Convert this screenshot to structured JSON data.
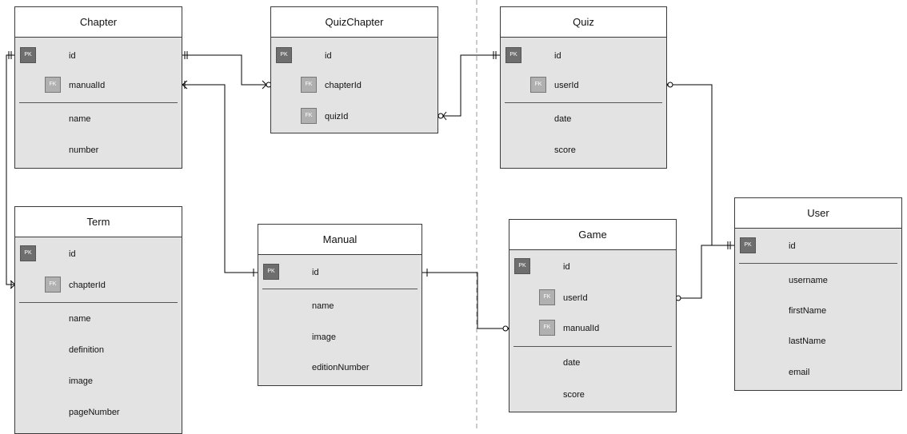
{
  "entities": {
    "chapter": {
      "title": "Chapter",
      "fields": [
        {
          "key": "PK",
          "name": "id"
        },
        {
          "key": "FK",
          "name": "manualId"
        },
        {
          "key": "",
          "name": "name"
        },
        {
          "key": "",
          "name": "number"
        }
      ]
    },
    "quizchapter": {
      "title": "QuizChapter",
      "fields": [
        {
          "key": "PK",
          "name": "id"
        },
        {
          "key": "FK",
          "name": "chapterId"
        },
        {
          "key": "FK",
          "name": "quizId"
        }
      ]
    },
    "quiz": {
      "title": "Quiz",
      "fields": [
        {
          "key": "PK",
          "name": "id"
        },
        {
          "key": "FK",
          "name": "userId"
        },
        {
          "key": "",
          "name": "date"
        },
        {
          "key": "",
          "name": "score"
        }
      ]
    },
    "term": {
      "title": "Term",
      "fields": [
        {
          "key": "PK",
          "name": "id"
        },
        {
          "key": "FK",
          "name": "chapterId"
        },
        {
          "key": "",
          "name": "name"
        },
        {
          "key": "",
          "name": "definition"
        },
        {
          "key": "",
          "name": "image"
        },
        {
          "key": "",
          "name": "pageNumber"
        }
      ]
    },
    "manual": {
      "title": "Manual",
      "fields": [
        {
          "key": "PK",
          "name": "id"
        },
        {
          "key": "",
          "name": "name"
        },
        {
          "key": "",
          "name": "image"
        },
        {
          "key": "",
          "name": "editionNumber"
        }
      ]
    },
    "game": {
      "title": "Game",
      "fields": [
        {
          "key": "PK",
          "name": "id"
        },
        {
          "key": "FK",
          "name": "userId"
        },
        {
          "key": "FK",
          "name": "manualId"
        },
        {
          "key": "",
          "name": "date"
        },
        {
          "key": "",
          "name": "score"
        }
      ]
    },
    "user": {
      "title": "User",
      "fields": [
        {
          "key": "PK",
          "name": "id"
        },
        {
          "key": "",
          "name": "username"
        },
        {
          "key": "",
          "name": "firstName"
        },
        {
          "key": "",
          "name": "lastName"
        },
        {
          "key": "",
          "name": "email"
        }
      ]
    }
  },
  "colors": {
    "line": "#000000",
    "divider": "#9a9a9a",
    "pk_badge": "#6e6e6e",
    "fk_badge": "#b0b0b0",
    "body": "#e3e3e3"
  }
}
